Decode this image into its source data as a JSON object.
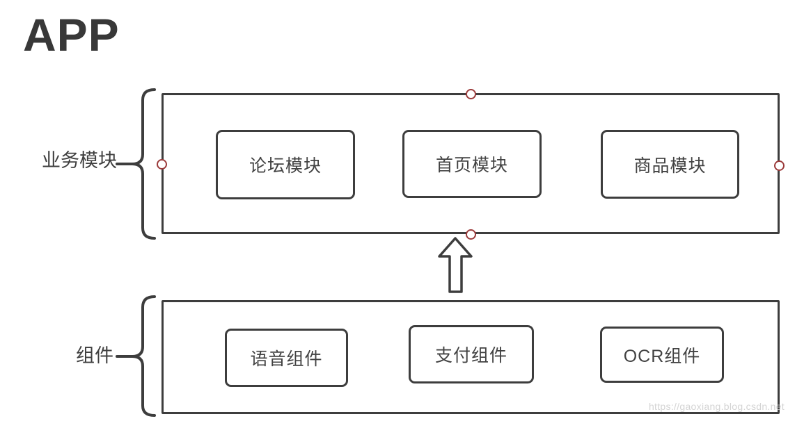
{
  "title": "APP",
  "watermark": "https://gaoxiang.blog.csdn.net",
  "colors": {
    "line": "#3d3d3d",
    "text": "#3f3f3f",
    "anchor_ring": "#9b3a3a",
    "background": "#ffffff",
    "watermark_text": "#cdcdcd"
  },
  "diagram": {
    "type": "layered-architecture",
    "arrow": {
      "shape": "hollow-block-arrow",
      "direction": "up",
      "from": "组件",
      "to": "业务模块"
    },
    "groups": [
      {
        "label": "业务模块",
        "boxes": [
          {
            "label": "论坛模块"
          },
          {
            "label": "首页模块"
          },
          {
            "label": "商品模块"
          }
        ],
        "connection_points": [
          "top",
          "right",
          "bottom",
          "left"
        ]
      },
      {
        "label": "组件",
        "boxes": [
          {
            "label": "语音组件"
          },
          {
            "label": "支付组件"
          },
          {
            "label": "OCR组件"
          }
        ],
        "connection_points": []
      }
    ]
  }
}
